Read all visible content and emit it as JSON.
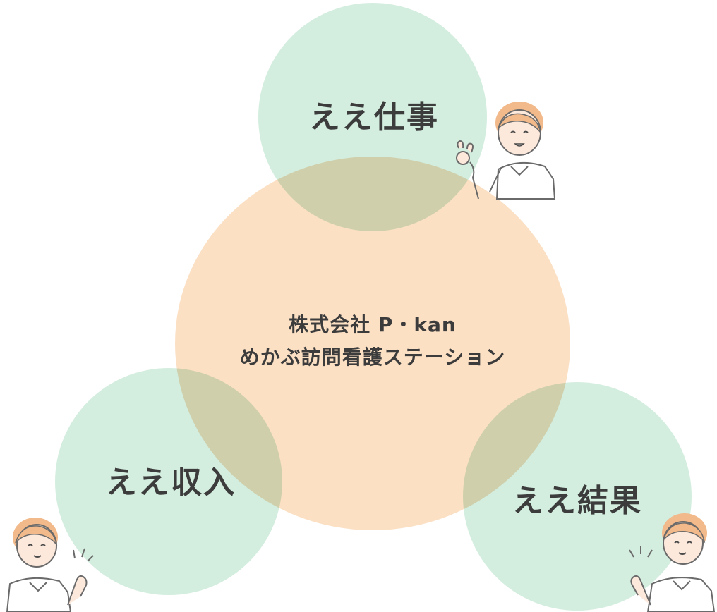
{
  "center": {
    "line1": "株式会社 P・kan",
    "line2": "めかぶ訪問看護ステーション"
  },
  "outer": {
    "top": "ええ仕事",
    "left": "ええ収入",
    "right": "ええ結果"
  },
  "colors": {
    "center_circle": "#fbe0c4",
    "outer_circle": "#d3eddf",
    "text": "#3c3c3c"
  },
  "icons": [
    "nurse-ok-sign-illustration",
    "nurse-pointing-left-illustration",
    "nurse-pointing-right-illustration"
  ]
}
